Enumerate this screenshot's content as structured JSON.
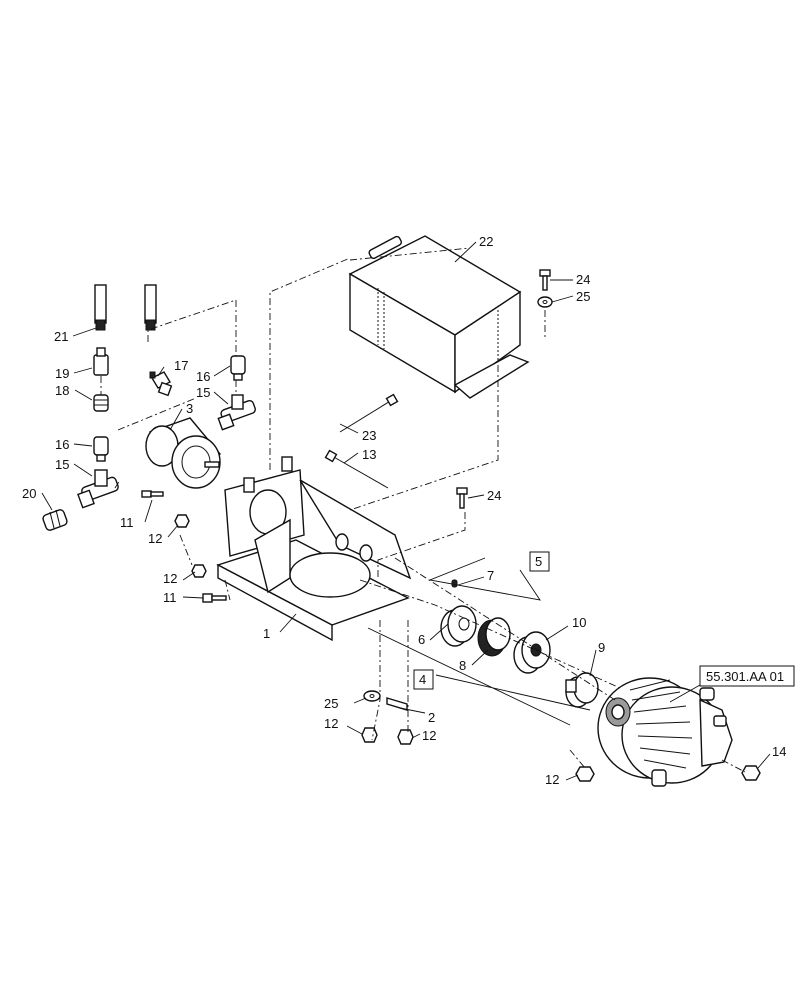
{
  "diagram": {
    "callouts": {
      "c1": "1",
      "c2": "2",
      "c3": "3",
      "c4_box": "4",
      "c5_box": "5",
      "c6": "6",
      "c7": "7",
      "c8": "8",
      "c9": "9",
      "c10": "10",
      "c11a": "11",
      "c11b": "11",
      "c12a": "12",
      "c12b": "12",
      "c12c": "12",
      "c12d": "12",
      "c12e": "12",
      "c13": "13",
      "c14": "14",
      "c15a": "15",
      "c15b": "15",
      "c16a": "16",
      "c16b": "16",
      "c17": "17",
      "c18": "18",
      "c19": "19",
      "c20": "20",
      "c21": "21",
      "c22": "22",
      "c23": "23",
      "c24a": "24",
      "c24b": "24",
      "c25a": "25",
      "c25b": "25"
    },
    "reference_box": "55.301.AA 01"
  }
}
